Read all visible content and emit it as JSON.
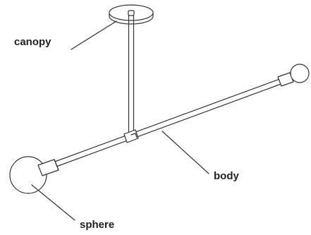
{
  "labels": {
    "canopy": "canopy",
    "body": "body",
    "sphere": "sphere"
  },
  "colors": {
    "line": "#333333",
    "text": "#222222",
    "background": "#ffffff"
  }
}
